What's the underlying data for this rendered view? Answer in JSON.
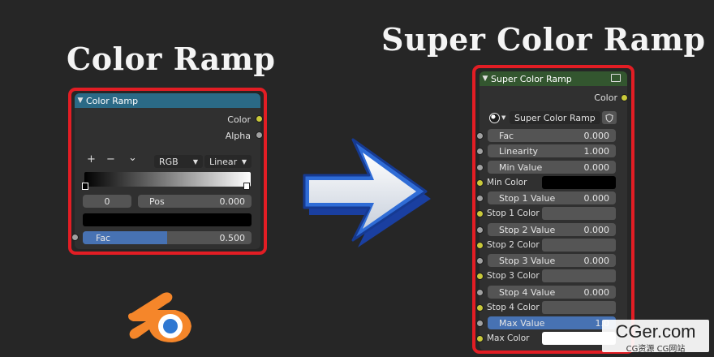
{
  "left_title": "Color Ramp",
  "right_title": "Super Color Ramp",
  "color_ramp_node": {
    "header": "Color Ramp",
    "header_color": "#2b6a86",
    "outputs": [
      "Color",
      "Alpha"
    ],
    "controls": [
      "+",
      "−",
      "⌄"
    ],
    "mode": "RGB",
    "interpolation": "Linear",
    "stop_index": "0",
    "pos_label": "Pos",
    "pos_value": "0.000",
    "fac_label": "Fac",
    "fac_value": "0.500",
    "fac_fill": 0.5
  },
  "super_node": {
    "header": "Super Color Ramp",
    "header_color": "#33562f",
    "output": "Color",
    "group_name": "Super Color Ramp",
    "rows": [
      {
        "label": "Fac",
        "value": "0.000",
        "kind": "field"
      },
      {
        "label": "Linearity",
        "value": "1.000",
        "kind": "field"
      },
      {
        "label": "Min Value",
        "value": "0.000",
        "kind": "field"
      },
      {
        "label": "Min Color",
        "value": "",
        "kind": "color",
        "color": "#000000"
      },
      {
        "label": "Stop 1 Value",
        "value": "0.000",
        "kind": "field"
      },
      {
        "label": "Stop 1 Color",
        "value": "",
        "kind": "color",
        "color": "#555555"
      },
      {
        "label": "Stop 2 Value",
        "value": "0.000",
        "kind": "field"
      },
      {
        "label": "Stop 2 Color",
        "value": "",
        "kind": "color",
        "color": "#555555"
      },
      {
        "label": "Stop 3 Value",
        "value": "0.000",
        "kind": "field"
      },
      {
        "label": "Stop 3 Color",
        "value": "",
        "kind": "color",
        "color": "#555555"
      },
      {
        "label": "Stop 4 Value",
        "value": "0.000",
        "kind": "field"
      },
      {
        "label": "Stop 4 Color",
        "value": "",
        "kind": "color",
        "color": "#555555"
      },
      {
        "label": "Max Value",
        "value": "1.0",
        "kind": "field-active"
      },
      {
        "label": "Max Color",
        "value": "",
        "kind": "color",
        "color": "#ffffff"
      }
    ]
  },
  "watermark": {
    "brand": "CGer.com",
    "sub": "CG资源  CG网站"
  },
  "colors": {
    "highlight_box": "#e21d24",
    "socket_float": "#a1a1a1",
    "socket_color": "#c9c93a",
    "active_field": "#4772b3"
  },
  "icons": [
    "arrow-right-icon",
    "blender-logo-icon",
    "node-group-icon",
    "fake-user-shield-icon",
    "sphere-icon"
  ]
}
